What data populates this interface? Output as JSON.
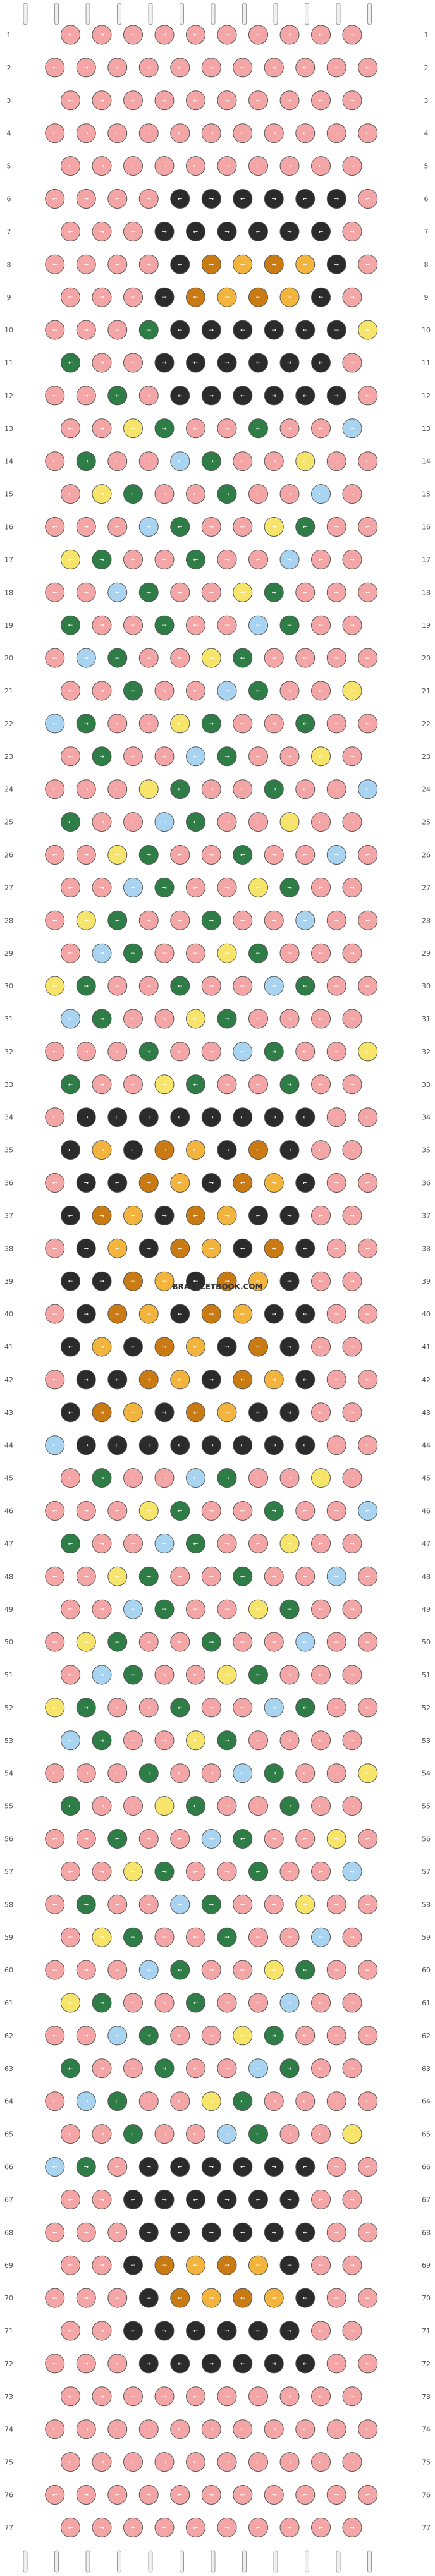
{
  "pattern": {
    "title": "",
    "watermark": "BRACELETBOOK.COM",
    "string_count": 12,
    "row_count": 77,
    "row_numbers": [
      "1",
      "2",
      "3",
      "4",
      "5",
      "6",
      "7",
      "8",
      "9",
      "10",
      "11",
      "12",
      "13",
      "14",
      "15",
      "16",
      "17",
      "18",
      "19",
      "20",
      "21",
      "22",
      "23",
      "24",
      "25",
      "26",
      "27",
      "28",
      "29",
      "30",
      "31",
      "32",
      "33",
      "34",
      "35",
      "36",
      "37",
      "38",
      "39",
      "40",
      "41",
      "42",
      "43",
      "44",
      "45",
      "46",
      "47",
      "48",
      "49",
      "50",
      "51",
      "52",
      "53",
      "54",
      "55",
      "56",
      "57",
      "58",
      "59",
      "60",
      "61",
      "62",
      "63",
      "64",
      "65",
      "66",
      "67",
      "68",
      "69",
      "70",
      "71",
      "72",
      "73",
      "74",
      "75",
      "76",
      "77"
    ],
    "colors": {
      "pink": "#f4a6a6",
      "black": "#2b2b2b",
      "orange": "#c97a12",
      "gold": "#f2b43c",
      "green": "#2e7d46",
      "light_blue": "#a8d4f2",
      "yellow": "#f7e46a",
      "string_bg": "#f0f0f0"
    },
    "motifs": [
      {
        "name": "orange-black-diamond",
        "rows": [
          6,
          12
        ]
      },
      {
        "name": "blue-yellow-green-flowers",
        "rows": [
          10,
          33
        ]
      },
      {
        "name": "orange-gold-black-block",
        "rows": [
          34,
          44
        ]
      },
      {
        "name": "blue-yellow-green-flowers",
        "rows": [
          44,
          66
        ]
      },
      {
        "name": "orange-gold-black-diamond",
        "rows": [
          66,
          72
        ]
      }
    ]
  }
}
